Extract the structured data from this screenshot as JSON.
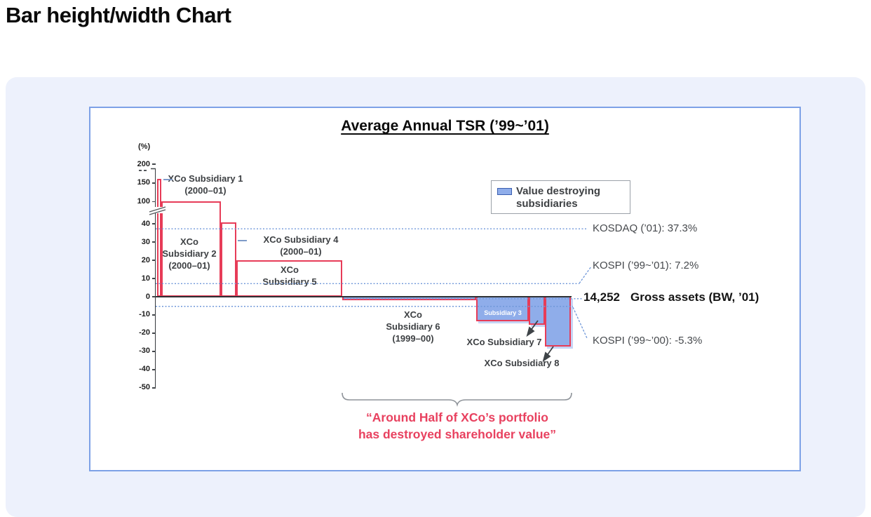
{
  "page": {
    "title": "Bar height/width Chart"
  },
  "chart": {
    "title": "Average Annual TSR (’99~’01)",
    "y_axis": {
      "unit_label": "(%)",
      "ticks": [
        200,
        150,
        100,
        40,
        30,
        20,
        10,
        0,
        -10,
        -20,
        -30,
        -40,
        -50
      ],
      "break_between": [
        100,
        40
      ]
    },
    "legend": {
      "label_line1": "Value destroying",
      "label_line2": "subsidiaries",
      "swatch_fill": "#8fadea",
      "swatch_border": "#3a5fb0"
    },
    "reference_lines": [
      {
        "id": "kosdaq-01",
        "label": "KOSDAQ (’01): 37.3%",
        "value": 37.3
      },
      {
        "id": "kospi-9901",
        "label": "KOSPI (’99~’01): 7.2%",
        "value": 7.2
      },
      {
        "id": "kospi-9900",
        "label": "KOSPI (’99~’00): -5.3%",
        "value": -5.3
      }
    ],
    "gross_assets": {
      "value_label": "14,252",
      "text": "Gross assets (BW, ’01)"
    },
    "annotation": {
      "line1": "“Around Half of XCo’s portfolio",
      "line2": "has destroyed shareholder value”"
    },
    "chart_data": {
      "type": "bar",
      "subtype": "variable-width-marimekko",
      "title": "Average Annual TSR (’99~’01)",
      "ylabel": "(%)",
      "ylim": [
        -50,
        200
      ],
      "x_meaning": "bar width proportional to gross assets (total 14,252 BW ’01)",
      "bars": [
        {
          "id": "sub1",
          "name": "XCo Subsidiary 1",
          "label_lines": [
            "XCo Subsidiary 1",
            "(2000–01)"
          ],
          "tsr_pct": 160,
          "rel_width": 6,
          "value_destroying": false
        },
        {
          "id": "sub2",
          "name": "XCo Subsidiary 2",
          "label_lines": [
            "XCo",
            "Subsidiary 2",
            "(2000–01)"
          ],
          "tsr_pct": 100,
          "rel_width": 85,
          "value_destroying": false
        },
        {
          "id": "sub4",
          "name": "XCo Subsidiary 4",
          "label_lines": [
            "XCo Subsidiary 4",
            "(2000–01)"
          ],
          "tsr_pct": 45,
          "rel_width": 22,
          "value_destroying": false
        },
        {
          "id": "sub5",
          "name": "XCo Subsidiary 5",
          "label_lines": [
            "XCo",
            "Subsidiary 5"
          ],
          "tsr_pct": 20,
          "rel_width": 151,
          "value_destroying": false
        },
        {
          "id": "sub6",
          "name": "XCo Subsidiary 6",
          "label_lines": [
            "XCo",
            "Subsidiary 6",
            "(1999–00)"
          ],
          "tsr_pct": -2,
          "rel_width": 191,
          "value_destroying": true
        },
        {
          "id": "sub3",
          "name": "XCo Subsidiary 3",
          "label_lines": [
            "Subsidiary 3"
          ],
          "tsr_pct": -13.5,
          "rel_width": 75,
          "value_destroying": true
        },
        {
          "id": "sub7",
          "name": "XCo Subsidiary 7",
          "label_lines": [
            "XCo Subsidiary 7"
          ],
          "tsr_pct": -15.5,
          "rel_width": 23,
          "value_destroying": true
        },
        {
          "id": "sub8",
          "name": "XCo Subsidiary 8",
          "label_lines": [
            "XCo Subsidiary 8"
          ],
          "tsr_pct": -27.5,
          "rel_width": 37,
          "value_destroying": true
        }
      ],
      "colors": {
        "bar_outline": "#e73c58",
        "destroying_fill": "#8fadea",
        "dotted_line": "#6f97d9"
      }
    }
  }
}
